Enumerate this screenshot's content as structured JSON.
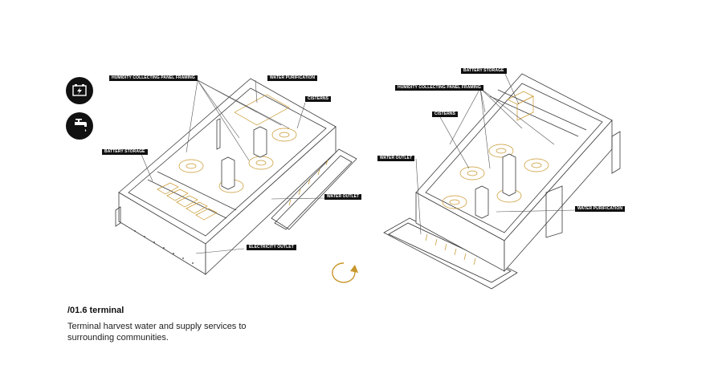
{
  "labels": {
    "left": {
      "humidity": "HUMIDITY COLLECTING PANEL FRAMING",
      "water_purification": "WATER PURIFICATION",
      "cisterns": "CISTERNS",
      "battery": "BATTERY STORAGE",
      "water_outlet": "WATER OUTLET",
      "electricity_outlet": "ELECTRICITY OUTLET"
    },
    "right": {
      "battery": "BATTERY STORAGE",
      "humidity": "HUMIDITY COLLECTING PANEL FRAMING",
      "cisterns": "CISTERNS",
      "water_outlet": "WATER OUTLET",
      "water_purification": "WATER PURIFICATION"
    }
  },
  "icons": {
    "battery": "battery-bolt-icon",
    "faucet": "faucet-icon",
    "rotate": "rotate-arrow-icon"
  },
  "colors": {
    "line": "#3a3a3a",
    "accent": "#c8962a",
    "tag_bg": "#111111"
  },
  "caption": {
    "title": "/01.6 terminal",
    "body": "Terminal harvest water and supply services to surrounding communities."
  }
}
